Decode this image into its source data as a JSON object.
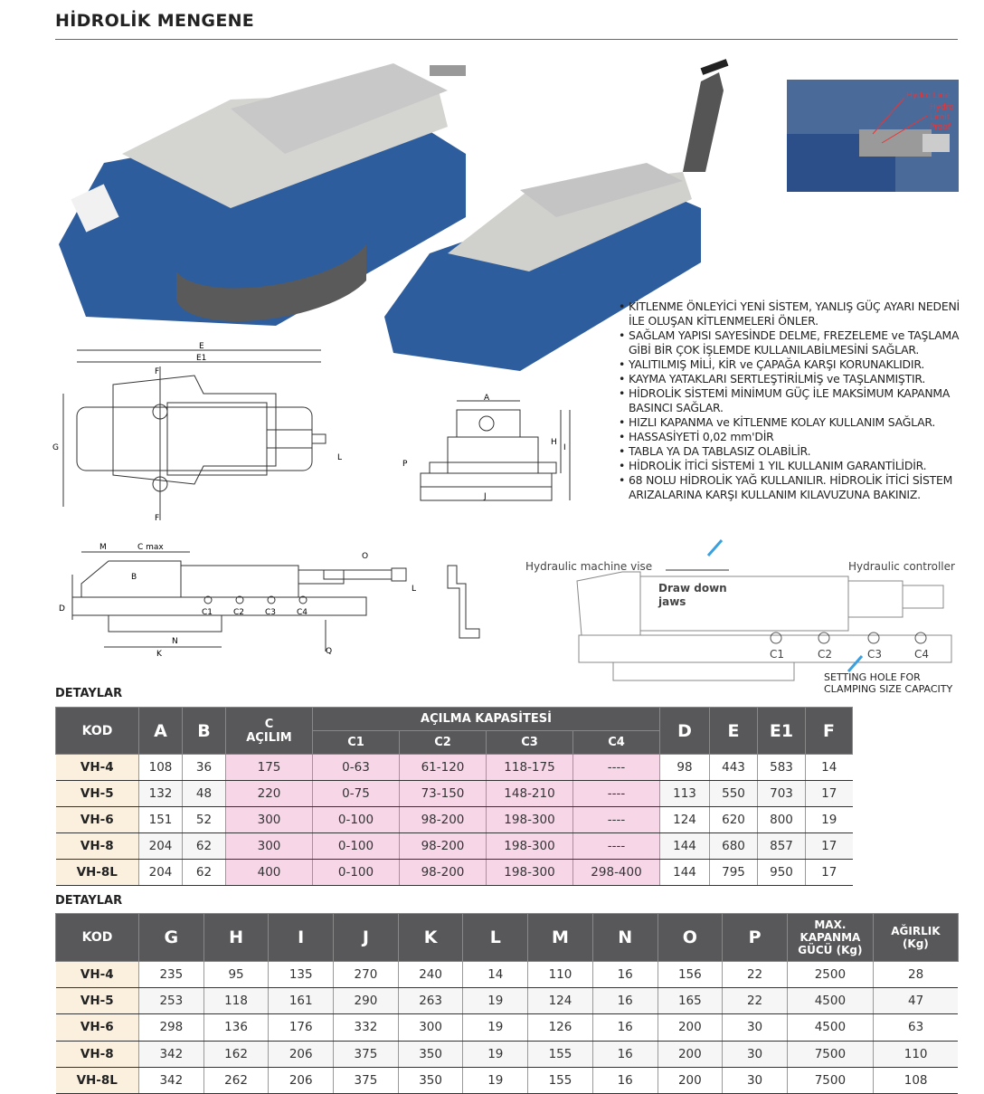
{
  "title": "HİDROLİK MENGENE",
  "inset": {
    "l1": "Hydro Line",
    "l2": "Hydro",
    "l3": "Limit",
    "l4": "Proof"
  },
  "features": [
    "KİTLENME ÖNLEYİCİ YENİ SİSTEM, YANLIŞ GÜÇ AYARI NEDENİ İLE OLUŞAN KİTLENMELERİ ÖNLER.",
    "SAĞLAM YAPISI SAYESİNDE DELME, FREZELEME ve TAŞLAMA GİBİ BİR ÇOK İŞLEMDE KULLANILABİLMESİNİ SAĞLAR.",
    "YALITILMIŞ MİLİ, KİR ve ÇAPAĞA KARŞI KORUNAKLIDIR.",
    "KAYMA YATAKLARI SERTLEŞTİRİLMİŞ ve TAŞLANMIŞTIR.",
    "HİDROLİK SİSTEMİ MİNİMUM GÜÇ İLE MAKSİMUM KAPANMA BASINCI SAĞLAR.",
    "HIZLI KAPANMA ve KİTLENME KOLAY KULLANIM SAĞLAR.",
    "HASSASİYETİ 0,02 mm'DİR",
    "TABLA YA DA TABLASIZ OLABİLİR.",
    "HİDROLİK İTİCİ SİSTEMİ 1 YIL KULLANIM GARANTİLİDİR.",
    "68 NOLU HİDROLİK YAĞ KULLANILIR. HİDROLİK İTİCİ SİSTEM ARIZALARINA KARŞI KULLANIM KILAVUZUNA BAKINIZ."
  ],
  "dims": {
    "E": "E",
    "E1": "E1",
    "F": "F",
    "G": "G",
    "L": "L",
    "A": "A",
    "H": "H",
    "I": "I",
    "P": "P",
    "J": "J",
    "M": "M",
    "Cmax": "C max",
    "B": "B",
    "D": "D",
    "O": "O",
    "K": "K",
    "N": "N",
    "Q": "Q",
    "C1": "C1",
    "C2": "C2",
    "C3": "C3",
    "C4": "C4"
  },
  "diagram": {
    "vise": "Hydraulic machine vise",
    "jaws1": "Draw down",
    "jaws2": "jaws",
    "controller": "Hydraulic controller",
    "hole1": "SETTING HOLE FOR",
    "hole2": "CLAMPING SIZE CAPACITY",
    "c1": "C1",
    "c2": "C2",
    "c3": "C3",
    "c4": "C4"
  },
  "table1": {
    "section": "DETAYLAR",
    "h": {
      "kod": "KOD",
      "a": "A",
      "b": "B",
      "c1l": "C",
      "c2l": "AÇILIM",
      "group": "AÇILMA KAPASİTESİ",
      "C1": "C1",
      "C2": "C2",
      "C3": "C3",
      "C4": "C4",
      "d": "D",
      "e": "E",
      "e1": "E1",
      "f": "F"
    },
    "rows": [
      [
        "VH-4",
        "108",
        "36",
        "175",
        "0-63",
        "61-120",
        "118-175",
        "----",
        "98",
        "443",
        "583",
        "14"
      ],
      [
        "VH-5",
        "132",
        "48",
        "220",
        "0-75",
        "73-150",
        "148-210",
        "----",
        "113",
        "550",
        "703",
        "17"
      ],
      [
        "VH-6",
        "151",
        "52",
        "300",
        "0-100",
        "98-200",
        "198-300",
        "----",
        "124",
        "620",
        "800",
        "19"
      ],
      [
        "VH-8",
        "204",
        "62",
        "300",
        "0-100",
        "98-200",
        "198-300",
        "----",
        "144",
        "680",
        "857",
        "17"
      ],
      [
        "VH-8L",
        "204",
        "62",
        "400",
        "0-100",
        "98-200",
        "198-300",
        "298-400",
        "144",
        "795",
        "950",
        "17"
      ]
    ]
  },
  "table2": {
    "section": "DETAYLAR",
    "h": [
      "KOD",
      "G",
      "H",
      "I",
      "J",
      "K",
      "L",
      "M",
      "N",
      "O",
      "P"
    ],
    "max": [
      "MAX.",
      "KAPANMA",
      "GÜCÜ (Kg)"
    ],
    "w": [
      "AĞIRLIK",
      "(Kg)"
    ],
    "rows": [
      [
        "VH-4",
        "235",
        "95",
        "135",
        "270",
        "240",
        "14",
        "110",
        "16",
        "156",
        "22",
        "2500",
        "28"
      ],
      [
        "VH-5",
        "253",
        "118",
        "161",
        "290",
        "263",
        "19",
        "124",
        "16",
        "165",
        "22",
        "4500",
        "47"
      ],
      [
        "VH-6",
        "298",
        "136",
        "176",
        "332",
        "300",
        "19",
        "126",
        "16",
        "200",
        "30",
        "4500",
        "63"
      ],
      [
        "VH-8",
        "342",
        "162",
        "206",
        "375",
        "350",
        "19",
        "155",
        "16",
        "200",
        "30",
        "7500",
        "110"
      ],
      [
        "VH-8L",
        "342",
        "262",
        "206",
        "375",
        "350",
        "19",
        "155",
        "16",
        "200",
        "30",
        "7500",
        "108"
      ]
    ]
  }
}
